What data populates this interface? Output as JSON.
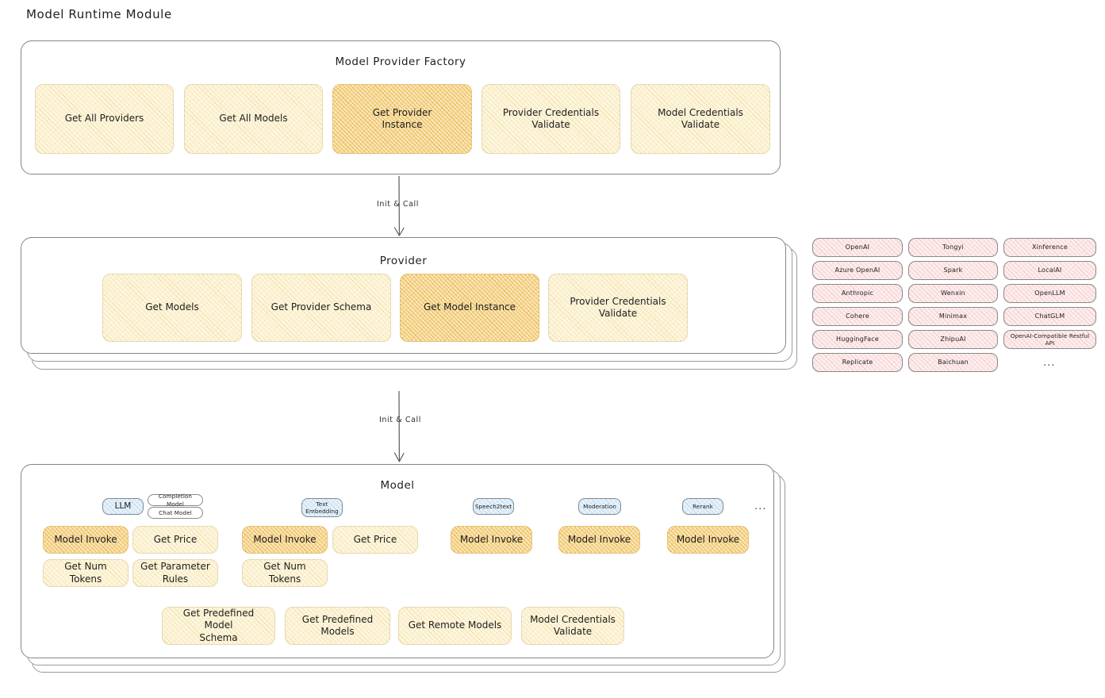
{
  "page": {
    "title": "Model Runtime Module"
  },
  "arrows": [
    {
      "label": "Init & Call"
    },
    {
      "label": "Init & Call"
    }
  ],
  "factory": {
    "title": "Model Provider Factory",
    "boxes": [
      {
        "label": "Get All Providers",
        "highlight": false
      },
      {
        "label": "Get All Models",
        "highlight": false
      },
      {
        "label": "Get Provider\nInstance",
        "highlight": true
      },
      {
        "label": "Provider Credentials\nValidate",
        "highlight": false
      },
      {
        "label": "Model Credentials\nValidate",
        "highlight": false
      }
    ]
  },
  "provider": {
    "title": "Provider",
    "boxes": [
      {
        "label": "Get Models",
        "highlight": false
      },
      {
        "label": "Get Provider Schema",
        "highlight": false
      },
      {
        "label": "Get Model Instance",
        "highlight": true
      },
      {
        "label": "Provider Credentials\nValidate",
        "highlight": false
      }
    ]
  },
  "provider_list": {
    "ellipsis": "...",
    "columns": [
      [
        "OpenAI",
        "Azure OpenAI",
        "Anthropic",
        "Cohere",
        "HuggingFace",
        "Replicate"
      ],
      [
        "Tongyi",
        "Spark",
        "Wenxin",
        "Minimax",
        "ZhipuAI",
        "Baichuan"
      ],
      [
        "Xinference",
        "LocalAI",
        "OpenLLM",
        "ChatGLM",
        "OpenAI-Compatible Restful API"
      ]
    ]
  },
  "model": {
    "title": "Model",
    "ellipsis": "...",
    "types": [
      {
        "badge": "LLM",
        "badge_style": "blue",
        "sub_badges": [
          "Completion Model",
          "Chat Model"
        ],
        "methods": [
          {
            "label": "Model Invoke",
            "highlight": true
          },
          {
            "label": "Get Price",
            "highlight": false
          },
          {
            "label": "Get Num Tokens",
            "highlight": false
          },
          {
            "label": "Get Parameter\nRules",
            "highlight": false
          }
        ]
      },
      {
        "badge": "Text\nEmbedding",
        "badge_style": "blue",
        "sub_badges": [],
        "methods": [
          {
            "label": "Model Invoke",
            "highlight": true
          },
          {
            "label": "Get Price",
            "highlight": false
          },
          {
            "label": "Get Num Tokens",
            "highlight": false
          }
        ]
      },
      {
        "badge": "Speech2text",
        "badge_style": "blue",
        "sub_badges": [],
        "methods": [
          {
            "label": "Model Invoke",
            "highlight": true
          }
        ]
      },
      {
        "badge": "Moderation",
        "badge_style": "blue",
        "sub_badges": [],
        "methods": [
          {
            "label": "Model Invoke",
            "highlight": true
          }
        ]
      },
      {
        "badge": "Rerank",
        "badge_style": "blue",
        "sub_badges": [],
        "methods": [
          {
            "label": "Model Invoke",
            "highlight": true
          }
        ]
      }
    ],
    "shared_methods": [
      {
        "label": "Get Predefined Model\nSchema"
      },
      {
        "label": "Get Predefined\nModels"
      },
      {
        "label": "Get Remote Models"
      },
      {
        "label": "Model Credentials\nValidate"
      }
    ]
  },
  "colors": {
    "highlight_fill": "#fbe6b8",
    "light_fill": "#fdf6e0",
    "chip_fill": "#fdeeee",
    "badge_fill": "#e8f2fa",
    "stroke": "#868686",
    "text": "#1e1e1e"
  }
}
